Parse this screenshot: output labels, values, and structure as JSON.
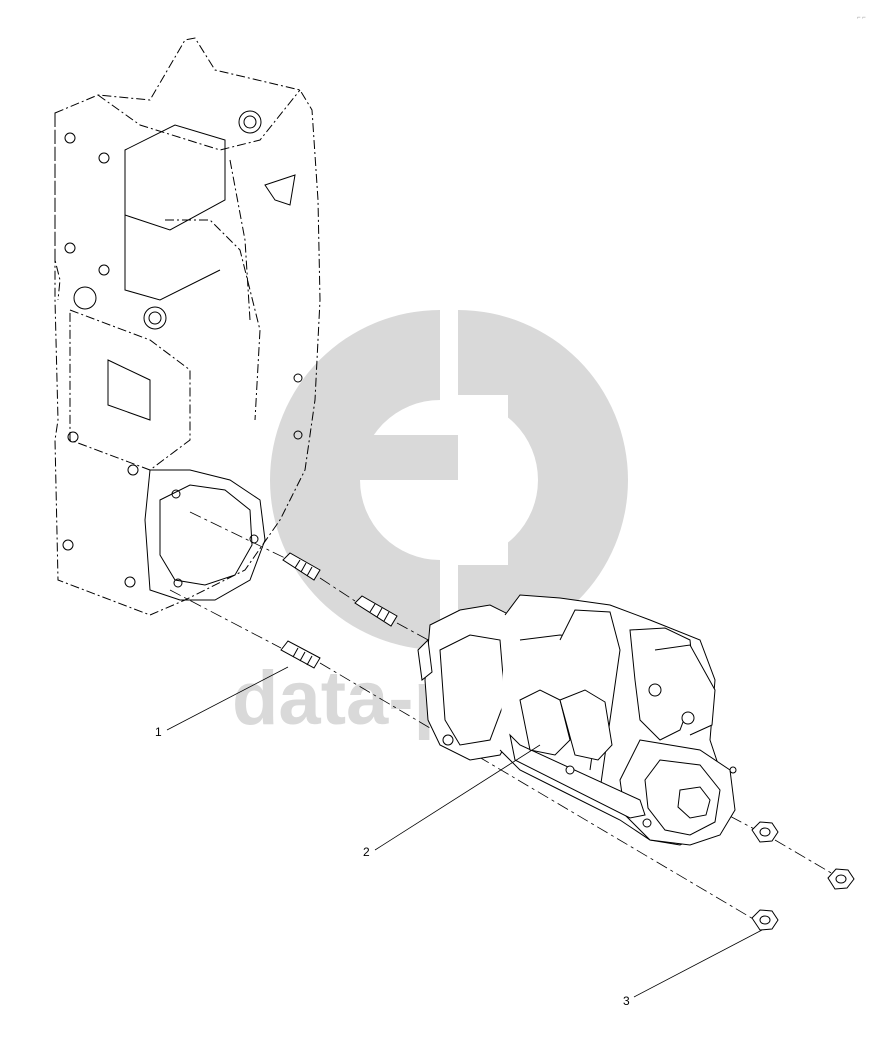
{
  "callouts": [
    {
      "number": "1"
    },
    {
      "number": "2"
    },
    {
      "number": "3"
    }
  ],
  "watermark": {
    "text": "data-parts",
    "color": "#d9d9d9"
  },
  "corner_mark": "⌐ ⌐",
  "colors": {
    "line": "#000000",
    "background": "#ffffff"
  }
}
